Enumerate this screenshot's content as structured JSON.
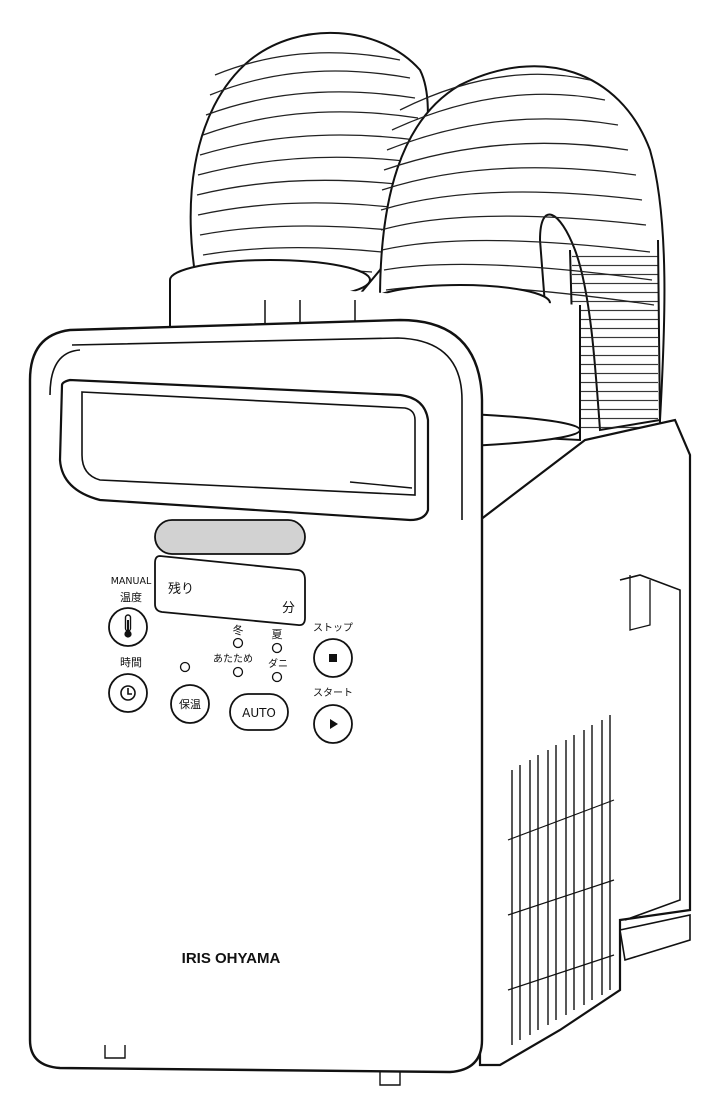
{
  "brand": "IRIS OHYAMA",
  "display": {
    "left_label": "残り",
    "right_label": "分"
  },
  "controls": {
    "manual_label": "MANUAL",
    "temp_label": "温度",
    "time_label": "時間",
    "keep_warm_label": "保温",
    "auto_label": "AUTO",
    "stop_label": "ストップ",
    "start_label": "スタート"
  },
  "modes": {
    "winter_label": "冬",
    "summer_label": "夏",
    "warm_label": "あたため",
    "mite_label": "ダニ"
  },
  "icons": {
    "temp": "thermometer-icon",
    "time": "clock-icon",
    "stop": "stop-square-icon",
    "start": "play-triangle-icon"
  }
}
